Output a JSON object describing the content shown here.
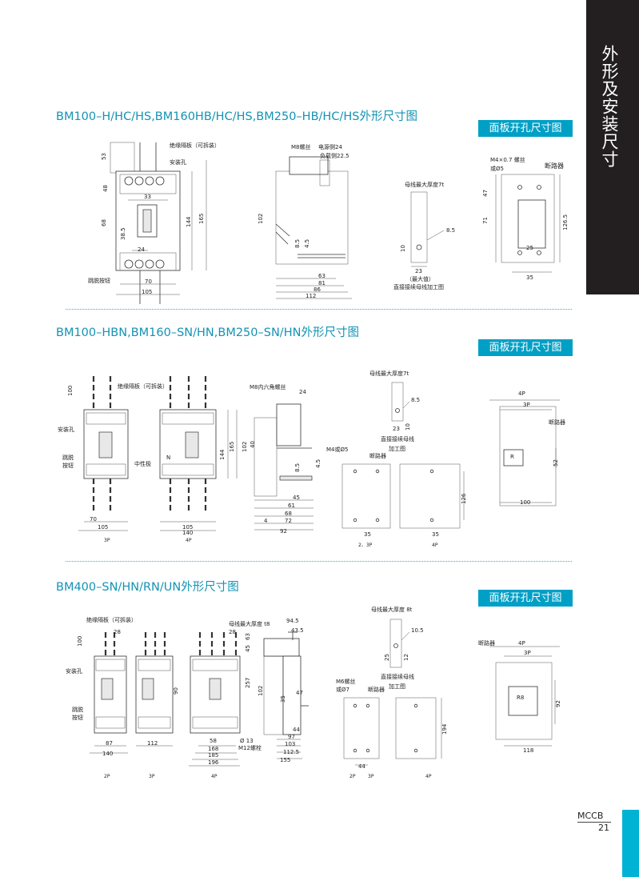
{
  "side_title": "外形及安装尺寸",
  "sections": [
    {
      "title": "BM100–H/HC/HS,BM160HB/HC/HS,BM250–HB/HC/HS外形尺寸图",
      "badge": "面板开孔尺寸图"
    },
    {
      "title": "BM100–HBN,BM160–SN/HN,BM250–SN/HN外形尺寸图",
      "badge": "面板开孔尺寸图"
    },
    {
      "title": "BM400–SN/HN/RN/UN外形尺寸图",
      "badge": "面板开孔尺寸图"
    }
  ],
  "labels": {
    "s1": {
      "insulation": "绝缘隔板（可拆装）",
      "mount_hole": "安装孔",
      "trip_button": "跳脱按钮",
      "m8": "M8螺丝",
      "source_side": "电源侧24",
      "load_side": "负载侧22.5",
      "busbar_thick": "母线最大厚度7t",
      "max_value": "（最大值）",
      "direct_busbar": "直接接续母线加工图",
      "m4": "M4×0.7 螺丝",
      "or5": "或Ø5",
      "breaker": "断路器",
      "dims": [
        "53",
        "48",
        "33",
        "144",
        "165",
        "68",
        "38.5",
        "24",
        "70",
        "105",
        "102",
        "8.5",
        "4.5",
        "63",
        "81",
        "86",
        "112",
        "10",
        "23",
        "8.5",
        "47",
        "71",
        "126.5",
        "25",
        "35"
      ]
    },
    "s2": {
      "insulation": "绝缘隔板（可拆装）",
      "mount_hole": "安装孔",
      "trip_button_1": "跳脱",
      "trip_button_2": "按钮",
      "neutral": "中性极",
      "n": "N",
      "m8_hex": "M8内六角螺丝",
      "busbar_thick": "母线最大厚度7t",
      "direct_busbar_1": "直接接续母线",
      "direct_busbar_2": "加工图",
      "m4": "M4或Ø5",
      "breaker": "断路器",
      "pole_3p": "3P",
      "pole_4p": "4P",
      "pole_23p": "2、3P",
      "dims": [
        "100",
        "24",
        "70",
        "105",
        "140",
        "102",
        "40",
        "144",
        "165",
        "8.5",
        "4.5",
        "45",
        "61",
        "68",
        "72",
        "92",
        "4",
        "23",
        "10",
        "8.5",
        "126",
        "35",
        "35",
        "4P",
        "3P",
        "52",
        "100",
        "R"
      ]
    },
    "s3": {
      "insulation": "绝缘隔板（可拆装）",
      "mount_hole": "安装孔",
      "trip_button_1": "跳脱",
      "trip_button_2": "按钮",
      "busbar_thick": "母线最大厚度 t8",
      "busbar_thick2": "母线最大厚度 8t",
      "m12": "M12螺栓",
      "d13": "Ø 13",
      "m6": "M6螺丝",
      "or7": "或Ø7",
      "breaker": "断路器",
      "direct_busbar_1": "直接接续母线",
      "direct_busbar_2": "加工图",
      "pole_2p": "2P",
      "pole_3p": "3P",
      "pole_4p": "4P",
      "dims": [
        "100",
        "28",
        "28",
        "87",
        "140",
        "112",
        "58",
        "168",
        "185",
        "196",
        "90",
        "257",
        "63",
        "45",
        "94.5",
        "43.5",
        "102",
        "35",
        "47",
        "44",
        "97",
        "103",
        "112.5",
        "155",
        "10.5",
        "25",
        "12",
        "194",
        "44",
        "4P",
        "3P",
        "92",
        "118",
        "R8"
      ]
    }
  },
  "footer": {
    "label": "MCCB",
    "page": "21"
  },
  "colors": {
    "accent": "#00a0c6",
    "title": "#1493b4",
    "dark_tab": "#231f20",
    "separator": "#39a9d0"
  }
}
